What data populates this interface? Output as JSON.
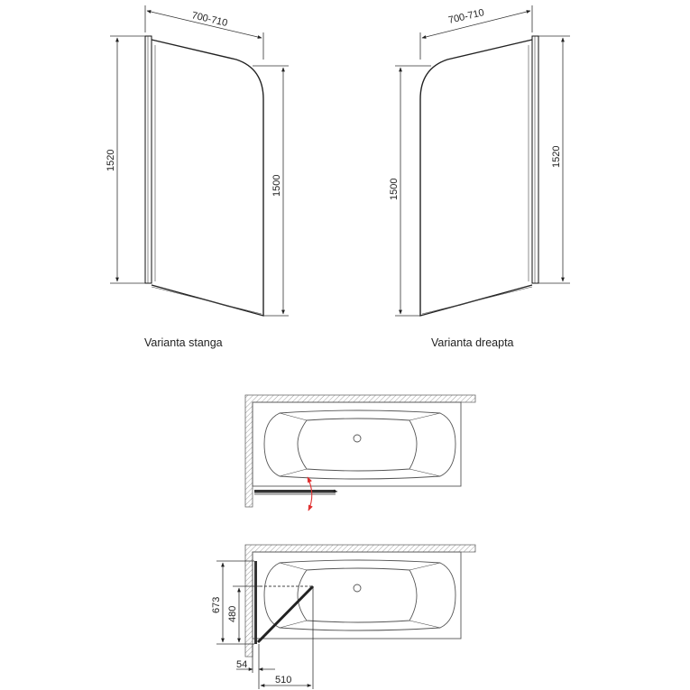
{
  "left_panel": {
    "caption": "Varianta stanga",
    "width_label": "700-710",
    "total_height_label": "1520",
    "glass_height_label": "1500"
  },
  "right_panel": {
    "caption": "Varianta dreapta",
    "width_label": "700-710",
    "total_height_label": "1520",
    "glass_height_label": "1500"
  },
  "plan_bottom": {
    "depth_label": "673",
    "offset_label": "480",
    "wall_gap_label": "54",
    "reach_label": "510"
  },
  "colors": {
    "swing_arrow": "#e03030"
  }
}
